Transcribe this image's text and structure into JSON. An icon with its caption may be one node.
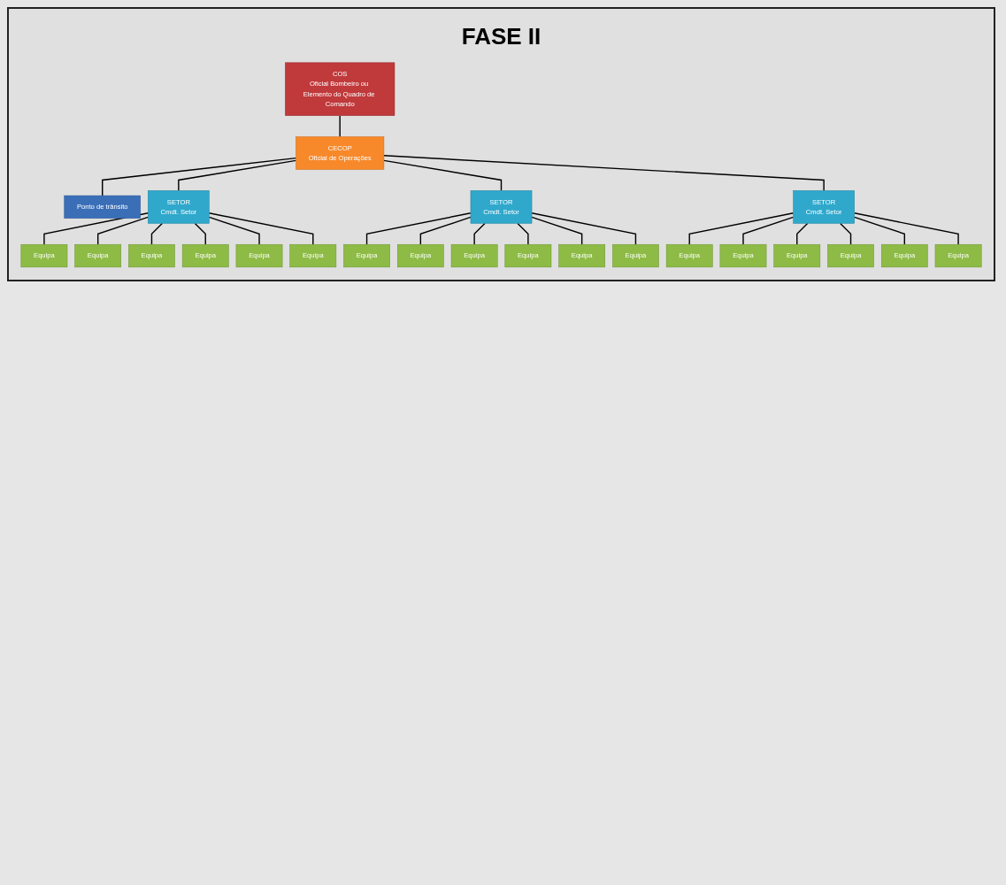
{
  "diagram": {
    "title": "FASE II",
    "nodes": [
      {
        "text": [
          "COS",
          "Oficial Bombeiro ou Elemento do Quadro de Comando"
        ]
      },
      {
        "text": [
          "CECOP",
          "Oficial de Operações"
        ]
      },
      {
        "text": [
          "Ponto de trânsito"
        ]
      },
      {
        "text": [
          "SETOR",
          "Cmdt. Setor"
        ]
      },
      {
        "text": [
          "SETOR",
          "Cmdt. Setor"
        ]
      },
      {
        "text": [
          "SETOR",
          "Cmdt. Setor"
        ]
      },
      {
        "text": [
          "Equipa"
        ]
      },
      {
        "text": [
          "Equipa"
        ]
      },
      {
        "text": [
          "Equipa"
        ]
      },
      {
        "text": [
          "Equipa"
        ]
      },
      {
        "text": [
          "Equipa"
        ]
      },
      {
        "text": [
          "Equipa"
        ]
      },
      {
        "text": [
          "Equipa"
        ]
      },
      {
        "text": [
          "Equipa"
        ]
      },
      {
        "text": [
          "Equipa"
        ]
      },
      {
        "text": [
          "Equipa"
        ]
      },
      {
        "text": [
          "Equipa"
        ]
      },
      {
        "text": [
          "Equipa"
        ]
      },
      {
        "text": [
          "Equipa"
        ]
      },
      {
        "text": [
          "Equipa"
        ]
      },
      {
        "text": [
          "Equipa"
        ]
      },
      {
        "text": [
          "Equipa"
        ]
      },
      {
        "text": [
          "Equipa"
        ]
      },
      {
        "text": [
          "Equipa"
        ]
      }
    ],
    "edges": [
      {
        "from": 0,
        "to": 1,
        "arrow": "none"
      },
      {
        "from": 1,
        "to": 2,
        "arrow": "none"
      },
      {
        "from": 1,
        "to": 3,
        "arrow": "none"
      },
      {
        "from": 1,
        "to": 4,
        "arrow": "none"
      },
      {
        "from": 1,
        "to": 5,
        "arrow": "none"
      },
      {
        "from": 3,
        "to": 6,
        "arrow": "none"
      },
      {
        "from": 3,
        "to": 7,
        "arrow": "none"
      },
      {
        "from": 3,
        "to": 8,
        "arrow": "none"
      },
      {
        "from": 3,
        "to": 9,
        "arrow": "none"
      },
      {
        "from": 3,
        "to": 10,
        "arrow": "none"
      },
      {
        "from": 3,
        "to": 11,
        "arrow": "none"
      },
      {
        "from": 4,
        "to": 12,
        "arrow": "none"
      },
      {
        "from": 4,
        "to": 13,
        "arrow": "none"
      },
      {
        "from": 4,
        "to": 14,
        "arrow": "none"
      },
      {
        "from": 4,
        "to": 15,
        "arrow": "none"
      },
      {
        "from": 4,
        "to": 16,
        "arrow": "none"
      },
      {
        "from": 4,
        "to": 17,
        "arrow": "none"
      },
      {
        "from": 5,
        "to": 18,
        "arrow": "none"
      },
      {
        "from": 5,
        "to": 19,
        "arrow": "none"
      },
      {
        "from": 5,
        "to": 20,
        "arrow": "none"
      },
      {
        "from": 5,
        "to": 21,
        "arrow": "none"
      },
      {
        "from": 5,
        "to": 22,
        "arrow": "none"
      },
      {
        "from": 5,
        "to": 23,
        "arrow": "none"
      }
    ]
  }
}
